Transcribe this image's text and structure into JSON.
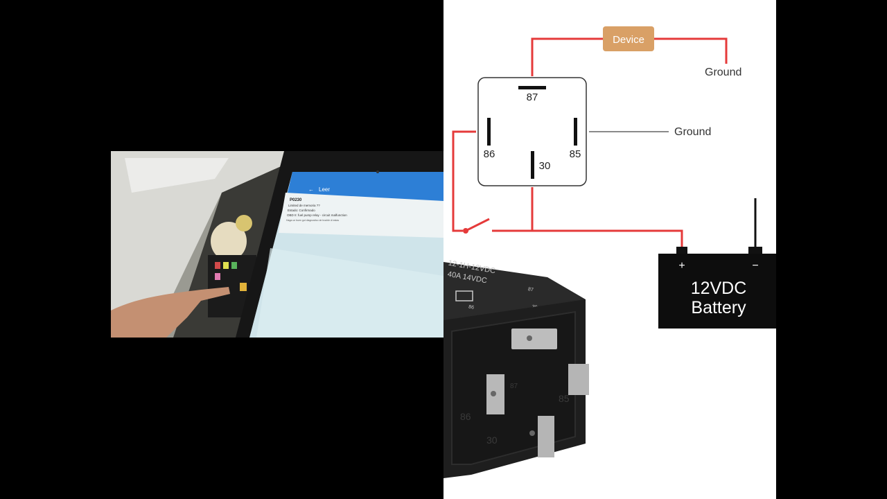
{
  "photo": {
    "screen": {
      "app_title": "Leer",
      "code": "P0230",
      "lines": [
        "Limited de memoria ??",
        "Estado: Confirmado",
        "OBD II: fuel pump relay - circuit malfunction",
        "Haga un buen gut diagnostico de trouble di estas"
      ]
    }
  },
  "diagram": {
    "device_label": "Device",
    "ground_top": "Ground",
    "ground_mid": "Ground",
    "relay": {
      "pin_87": "87",
      "pin_86": "86",
      "pin_85": "85",
      "pin_30": "30"
    },
    "battery": {
      "plus": "+",
      "minus": "−",
      "line1": "12VDC",
      "line2": "Battery"
    },
    "relay_photo": {
      "label_line1": "12-1H-12VDC",
      "label_line2": "40A 14VDC",
      "label_87": "87",
      "label_30": "30",
      "label_86": "86",
      "pin_label_87": "87",
      "pin_label_85": "85",
      "pin_label_86": "86",
      "pin_label_30": "30"
    },
    "colors": {
      "wire_red": "#e53a3a",
      "wire_gray": "#8a8a8a",
      "device_fill": "#d9a066",
      "relay_body": "#1e1e1e"
    }
  }
}
